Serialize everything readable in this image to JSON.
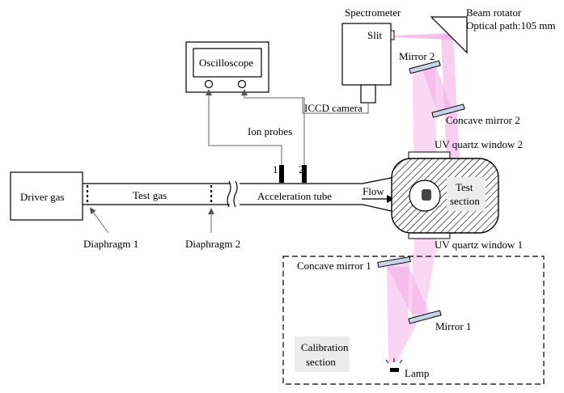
{
  "labels": {
    "spectrometer": "Spectrometer",
    "slit": "Slit",
    "beam_rotator": "Beam rotator",
    "optical_path": "Optical path:105 mm",
    "mirror_2": "Mirror 2",
    "concave_mirror_2": "Concave mirror 2",
    "oscilloscope": "Oscilloscope",
    "iccd_camera": "ICCD camera",
    "ion_probes": "Ion probes",
    "probe_1": "1",
    "probe_2": "2",
    "uv_window_2": "UV quartz window 2",
    "uv_window_1": "UV quartz window 1",
    "driver_gas": "Driver gas",
    "test_gas": "Test gas",
    "acceleration_tube": "Acceleration tube",
    "flow": "Flow",
    "test_section_line1": "Test",
    "test_section_line2": "section",
    "diaphragm_1": "Diaphragm 1",
    "diaphragm_2": "Diaphragm 2",
    "concave_mirror_1": "Concave mirror 1",
    "mirror_1": "Mirror 1",
    "calibration_line1": "Calibration",
    "calibration_line2": "section",
    "lamp": "Lamp"
  },
  "colors": {
    "beam": "#f2a8e6",
    "beam_light": "#f8d2f1",
    "line": "#000000",
    "wire": "#666666",
    "label_bg": "#ececec",
    "mirror_fill": "#c8d4e6"
  }
}
